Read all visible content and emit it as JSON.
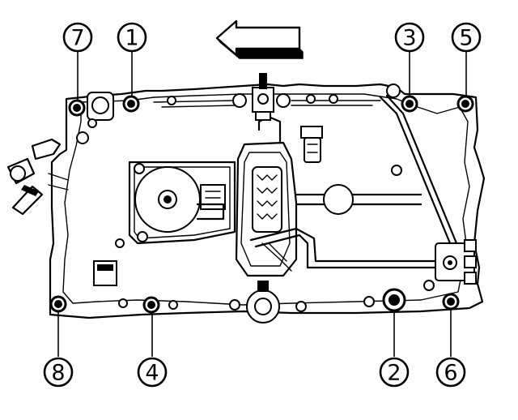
{
  "diagram": {
    "direction_arrow": "arrow-left",
    "bolt_callouts": [
      {
        "label": "1"
      },
      {
        "label": "2"
      },
      {
        "label": "3"
      },
      {
        "label": "4"
      },
      {
        "label": "5"
      },
      {
        "label": "6"
      },
      {
        "label": "7"
      },
      {
        "label": "8"
      }
    ]
  }
}
